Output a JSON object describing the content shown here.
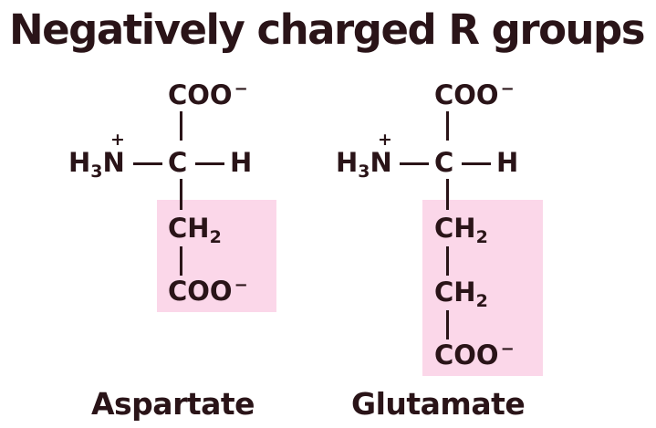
{
  "title": "Negatively charged R groups",
  "charge_plus": "+",
  "atoms": {
    "coo": "COO",
    "minus": "−",
    "h3n_h": "H",
    "h3n_3": "3",
    "h3n_n": "N",
    "c": "C",
    "h": "H",
    "ch2_c": "CH",
    "ch2_2": "2"
  },
  "highlight_color": "#fbd7e9",
  "molecules": {
    "aspartate": {
      "name": "Aspartate"
    },
    "glutamate": {
      "name": "Glutamate"
    }
  }
}
